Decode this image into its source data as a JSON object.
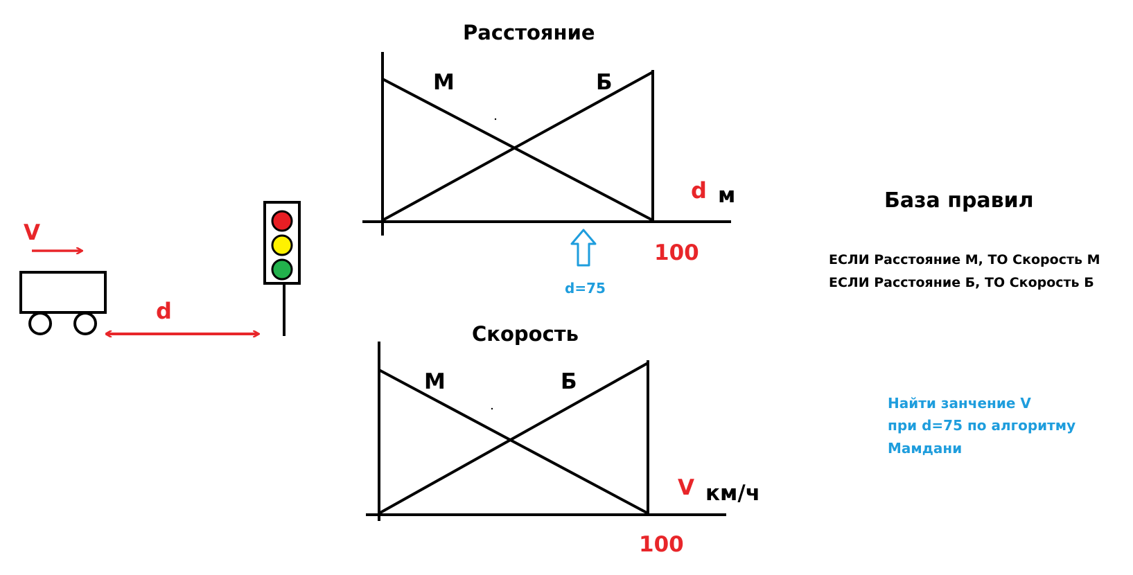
{
  "colors": {
    "red": "#e8262a",
    "blue": "#1e9ddd",
    "black": "#000000",
    "light_red": "#e81e24",
    "light_yellow": "#fff200",
    "light_green": "#22b14c"
  },
  "scene": {
    "speed_label": "V",
    "distance_label": "d"
  },
  "distance_chart": {
    "title": "Расстояние",
    "term_small": "М",
    "term_large": "Б",
    "var_label": "d",
    "unit": "м",
    "max_tick": "100",
    "input_label": "d=75"
  },
  "speed_chart": {
    "title": "Скорость",
    "term_small": "М",
    "term_large": "Б",
    "var_label": "V",
    "unit": "км/ч",
    "max_tick": "100"
  },
  "rules": {
    "title": "База правил",
    "lines": [
      "ЕСЛИ Расстояние М, ТО Скорость М",
      "ЕСЛИ Расстояние Б, ТО Скорость Б"
    ]
  },
  "task": {
    "lines": [
      "Найти занчение V",
      "при d=75 по алгоритму",
      "Мамдани"
    ]
  }
}
